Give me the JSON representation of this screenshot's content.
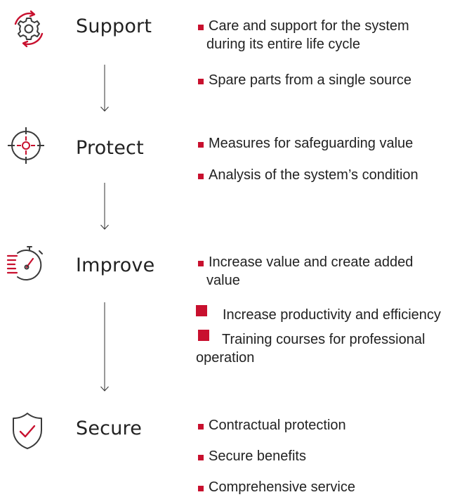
{
  "colors": {
    "accent": "#c8102e",
    "text": "#222222",
    "icon_stroke": "#3a3a3a"
  },
  "stages": [
    {
      "title": "Support",
      "icon": "gear-cycle-icon",
      "bullets": [
        {
          "line1": "Care and support for the system",
          "line2": "during its entire life cycle"
        },
        {
          "line1": "Spare parts from a single source"
        }
      ]
    },
    {
      "title": "Protect",
      "icon": "crosshair-target-icon",
      "bullets": [
        {
          "line1": "Measures for safeguarding value"
        },
        {
          "line1": "Analysis of the system’s condition"
        }
      ]
    },
    {
      "title": "Improve",
      "icon": "speed-stopwatch-icon",
      "bullets": [
        {
          "line1": "Increase value and create added",
          "line2": "value"
        },
        {
          "line1": "Increase productivity and efficiency"
        },
        {
          "line1": "Training courses for professional",
          "line2": "operation"
        }
      ]
    },
    {
      "title": "Secure",
      "icon": "shield-check-icon",
      "bullets": [
        {
          "line1": "Contractual protection"
        },
        {
          "line1": "Secure benefits"
        },
        {
          "line1": "Comprehensive service"
        }
      ]
    }
  ]
}
